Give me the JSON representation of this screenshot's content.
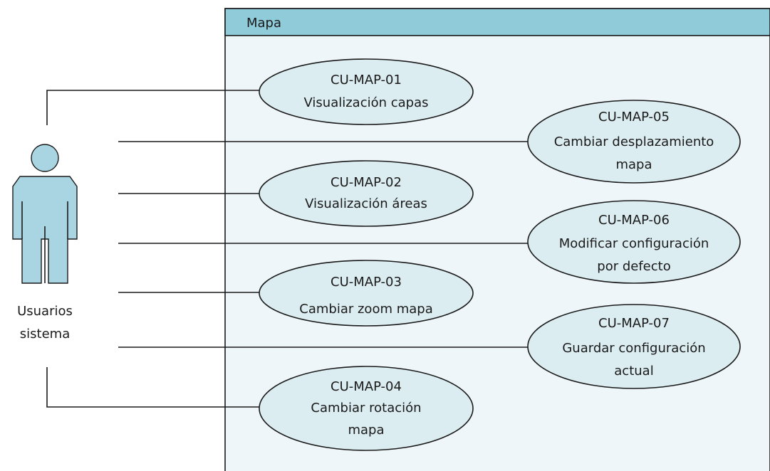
{
  "system": {
    "title": "Mapa"
  },
  "actor": {
    "name_lines": [
      "Usuarios",
      "sistema"
    ]
  },
  "use_cases": [
    {
      "id": "CU-MAP-01",
      "lines": [
        "CU-MAP-01",
        "Visualización capas"
      ]
    },
    {
      "id": "CU-MAP-02",
      "lines": [
        "CU-MAP-02",
        "Visualización áreas"
      ]
    },
    {
      "id": "CU-MAP-03",
      "lines": [
        "CU-MAP-03",
        "Cambiar zoom mapa"
      ]
    },
    {
      "id": "CU-MAP-04",
      "lines": [
        "CU-MAP-04",
        "Cambiar rotación",
        "mapa"
      ]
    },
    {
      "id": "CU-MAP-05",
      "lines": [
        "CU-MAP-05",
        "Cambiar desplazamiento",
        "mapa"
      ]
    },
    {
      "id": "CU-MAP-06",
      "lines": [
        "CU-MAP-06",
        "Modificar configuración",
        "por defecto"
      ]
    },
    {
      "id": "CU-MAP-07",
      "lines": [
        "CU-MAP-07",
        "Guardar configuración",
        "actual"
      ]
    }
  ],
  "colors": {
    "system_header": "#8fcbd9",
    "system_body": "#eef6f9",
    "use_case_fill": "#dcedf2",
    "actor_fill": "#a9d4e2",
    "line": "#1a1a1a"
  }
}
